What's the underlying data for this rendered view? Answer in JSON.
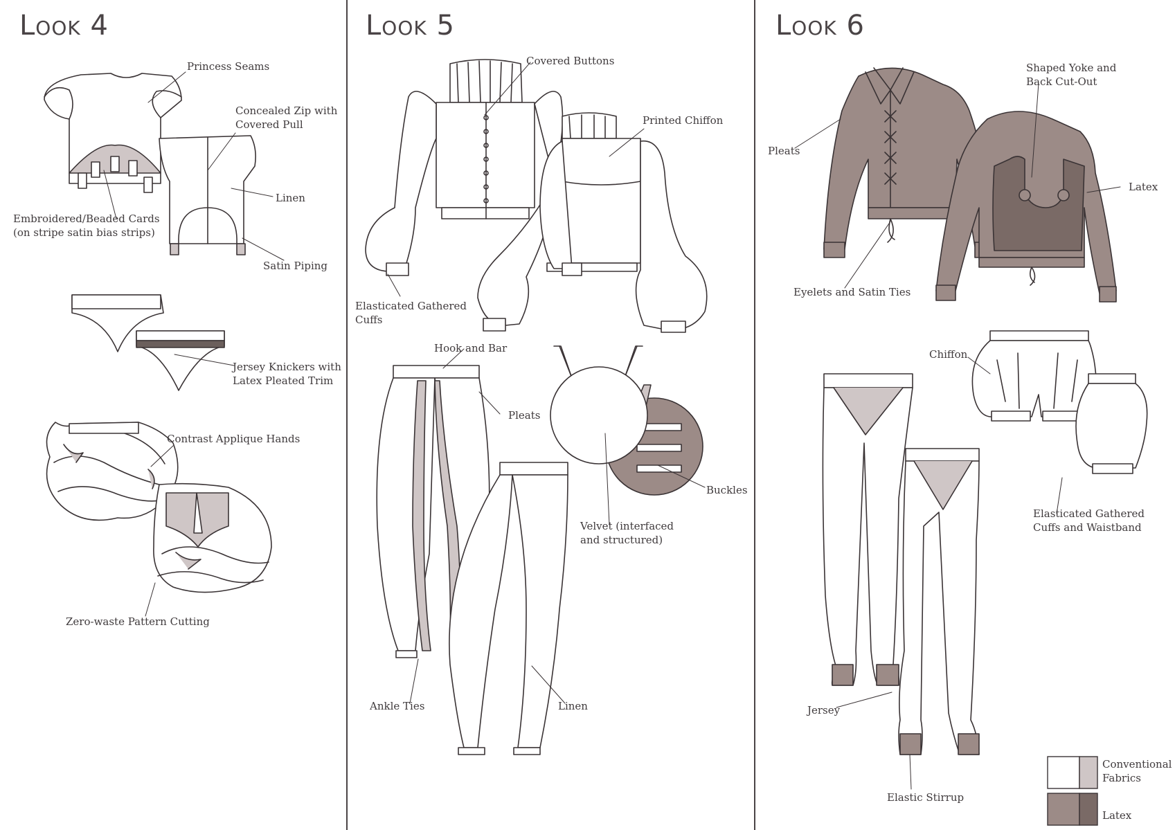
{
  "colors": {
    "conventional_light": "#ffffff",
    "conventional_shade": "#cfc6c6",
    "latex_base": "#9c8b87",
    "latex_shade": "#7a6a66",
    "line": "#3a3335"
  },
  "looks": [
    {
      "title": "Look 4",
      "labels": {
        "princess_seams": "Princess Seams",
        "concealed_zip": "Concealed Zip with\nCovered Pull",
        "linen": "Linen",
        "embroidered_cards": "Embroidered/Beaded Cards\n(on stripe satin bias strips)",
        "satin_piping": "Satin Piping",
        "jersey_knickers": "Jersey Knickers with\nLatex Pleated Trim",
        "contrast_applique": "Contrast Applique Hands",
        "zero_waste": "Zero-waste Pattern Cutting"
      }
    },
    {
      "title": "Look 5",
      "labels": {
        "covered_buttons": "Covered Buttons",
        "printed_chiffon": "Printed Chiffon",
        "elasticated_cuffs": "Elasticated Gathered\nCuffs",
        "hook_and_bar": "Hook and Bar",
        "pleats": "Pleats",
        "buckles": "Buckles",
        "velvet": "Velvet (interfaced\nand structured)",
        "ankle_ties": "Ankle Ties",
        "linen": "Linen"
      }
    },
    {
      "title": "Look 6",
      "labels": {
        "shaped_yoke": "Shaped Yoke and\nBack Cut-Out",
        "pleats": "Pleats",
        "latex": "Latex",
        "eyelets": "Eyelets and Satin Ties",
        "chiffon": "Chiffon",
        "elasticated_cuffs_waistband": "Elasticated Gathered\nCuffs and Waistband",
        "jersey": "Jersey",
        "elastic_stirrup": "Elastic Stirrup"
      }
    }
  ],
  "legend": [
    {
      "label": "Conventional\nFabrics"
    },
    {
      "label": "Latex"
    }
  ]
}
